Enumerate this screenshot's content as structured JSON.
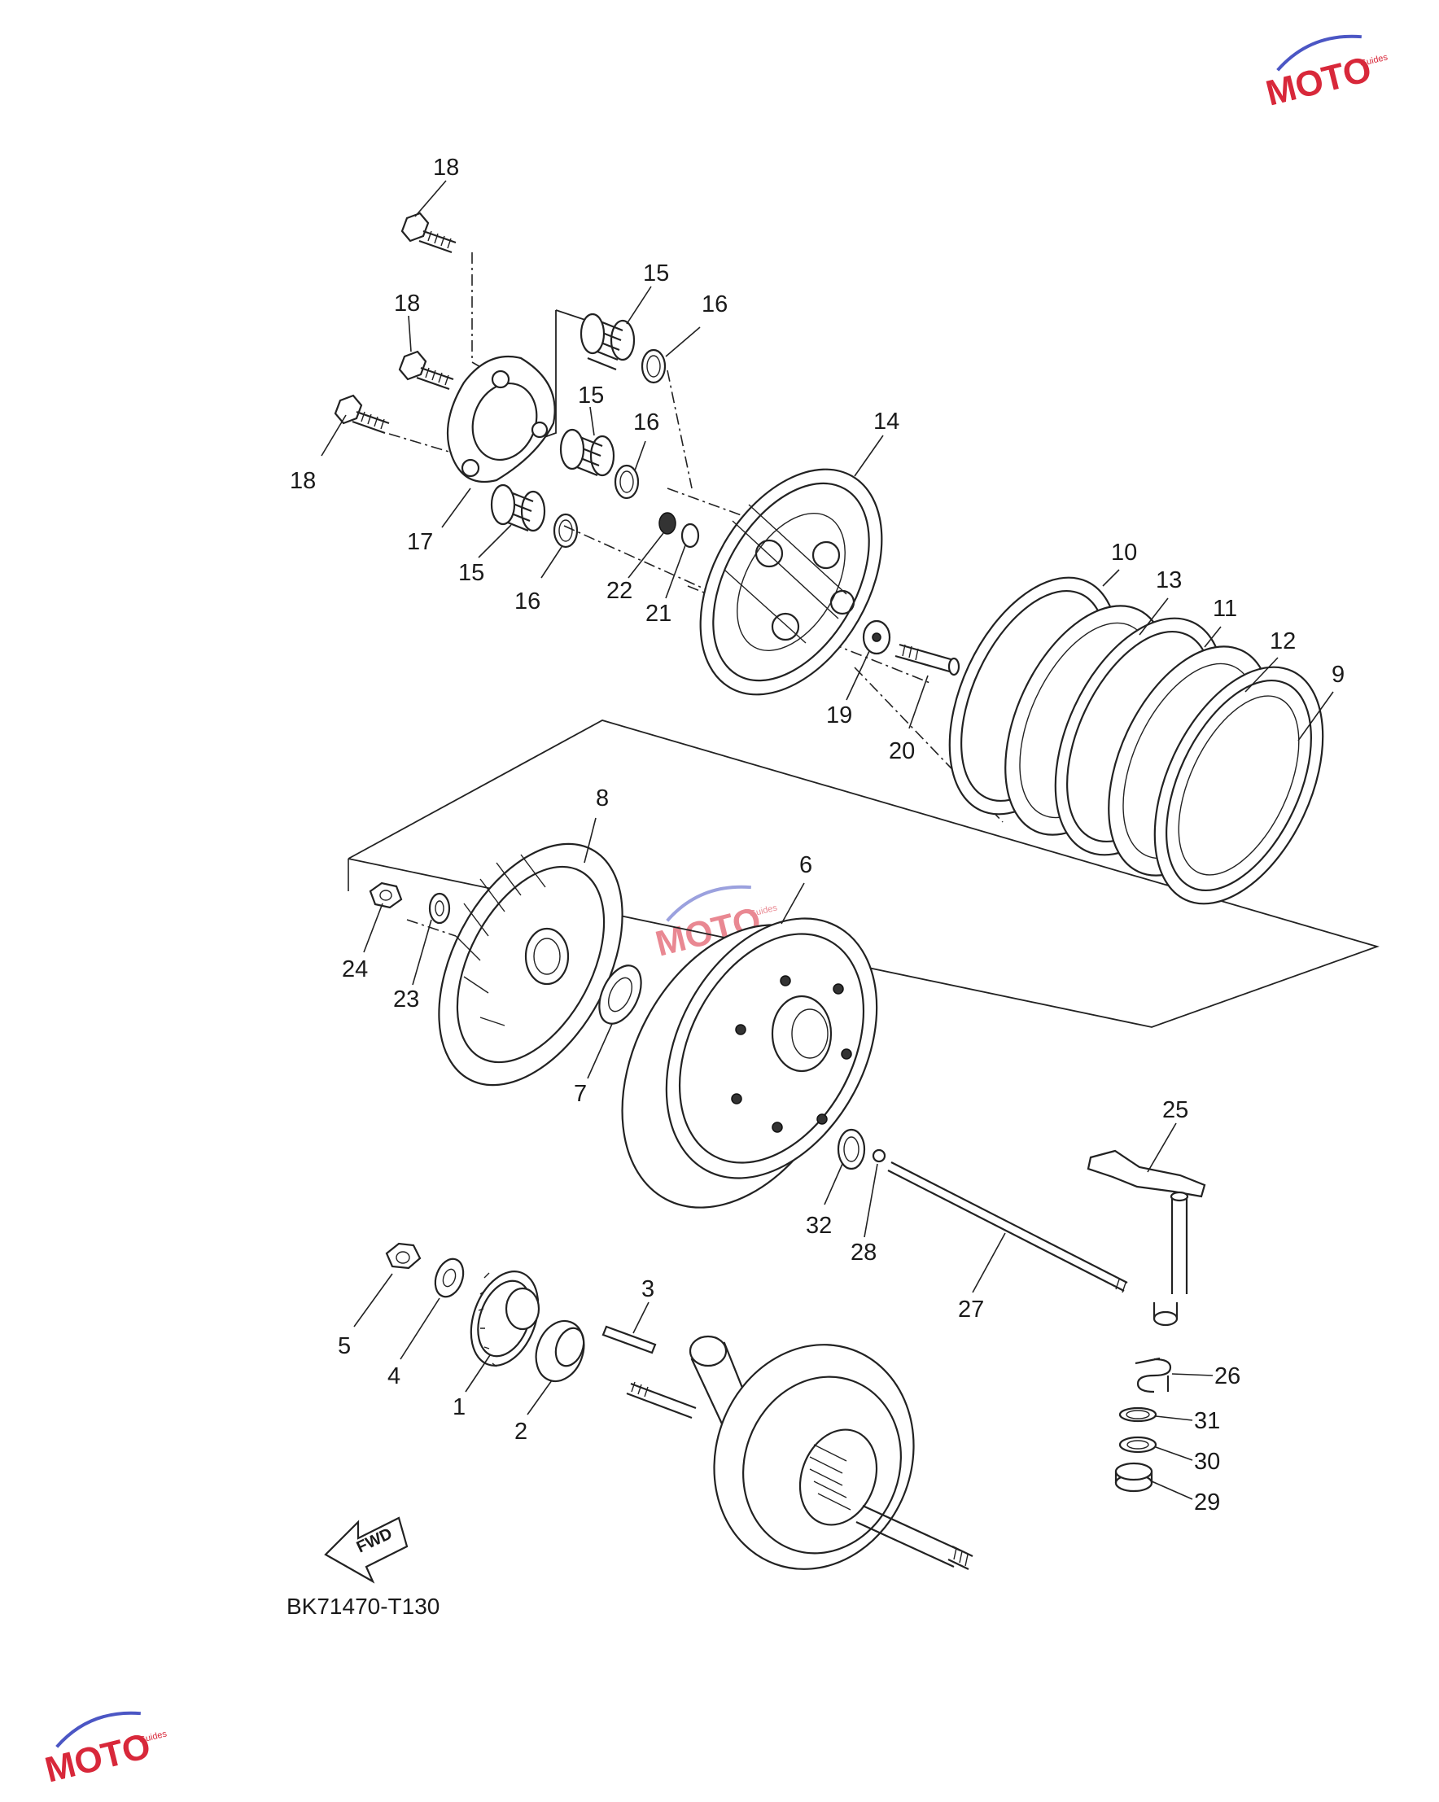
{
  "diagram": {
    "code": "BK71470-T130",
    "fwd_label": "FWD",
    "watermark": {
      "text": "MOTO",
      "sub": "Guides"
    },
    "callouts": [
      {
        "id": "c18a",
        "label": "18"
      },
      {
        "id": "c18b",
        "label": "18"
      },
      {
        "id": "c18c",
        "label": "18"
      },
      {
        "id": "c15a",
        "label": "15"
      },
      {
        "id": "c16a",
        "label": "16"
      },
      {
        "id": "c15b",
        "label": "15"
      },
      {
        "id": "c16b",
        "label": "16"
      },
      {
        "id": "c14",
        "label": "14"
      },
      {
        "id": "c17",
        "label": "17"
      },
      {
        "id": "c15c",
        "label": "15"
      },
      {
        "id": "c16c",
        "label": "16"
      },
      {
        "id": "c22",
        "label": "22"
      },
      {
        "id": "c21",
        "label": "21"
      },
      {
        "id": "c10",
        "label": "10"
      },
      {
        "id": "c13",
        "label": "13"
      },
      {
        "id": "c11",
        "label": "11"
      },
      {
        "id": "c12",
        "label": "12"
      },
      {
        "id": "c9",
        "label": "9"
      },
      {
        "id": "c19",
        "label": "19"
      },
      {
        "id": "c20",
        "label": "20"
      },
      {
        "id": "c8",
        "label": "8"
      },
      {
        "id": "c6",
        "label": "6"
      },
      {
        "id": "c24",
        "label": "24"
      },
      {
        "id": "c23",
        "label": "23"
      },
      {
        "id": "c7",
        "label": "7"
      },
      {
        "id": "c25",
        "label": "25"
      },
      {
        "id": "c32",
        "label": "32"
      },
      {
        "id": "c28",
        "label": "28"
      },
      {
        "id": "c27",
        "label": "27"
      },
      {
        "id": "c3",
        "label": "3"
      },
      {
        "id": "c5",
        "label": "5"
      },
      {
        "id": "c4",
        "label": "4"
      },
      {
        "id": "c1",
        "label": "1"
      },
      {
        "id": "c2",
        "label": "2"
      },
      {
        "id": "c26",
        "label": "26"
      },
      {
        "id": "c31",
        "label": "31"
      },
      {
        "id": "c30",
        "label": "30"
      },
      {
        "id": "c29",
        "label": "29"
      }
    ]
  }
}
